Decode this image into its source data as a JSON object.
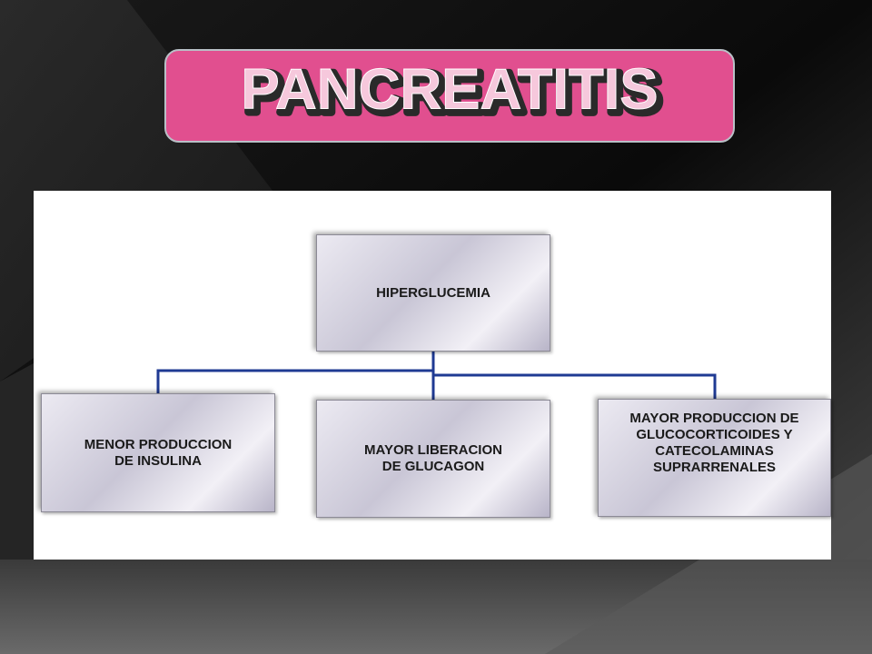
{
  "slide": {
    "title": "PANCREATITIS"
  },
  "diagram": {
    "root": {
      "label": "HIPERGLUCEMIA"
    },
    "children": [
      {
        "lines": [
          "MENOR PRODUCCION",
          "DE INSULINA"
        ]
      },
      {
        "lines": [
          "MAYOR LIBERACION",
          "DE GLUCAGON"
        ]
      },
      {
        "lines": [
          "MAYOR PRODUCCION DE",
          "GLUCOCORTICOIDES Y",
          "CATECOLAMINAS",
          "SUPRARRENALES"
        ]
      }
    ]
  },
  "colors": {
    "title_pill": "#e14f8f",
    "title_text": "#f6c8dc",
    "title_shadow": "#2a2a2a",
    "connector": "#1f3a93",
    "panel": "#ffffff"
  }
}
